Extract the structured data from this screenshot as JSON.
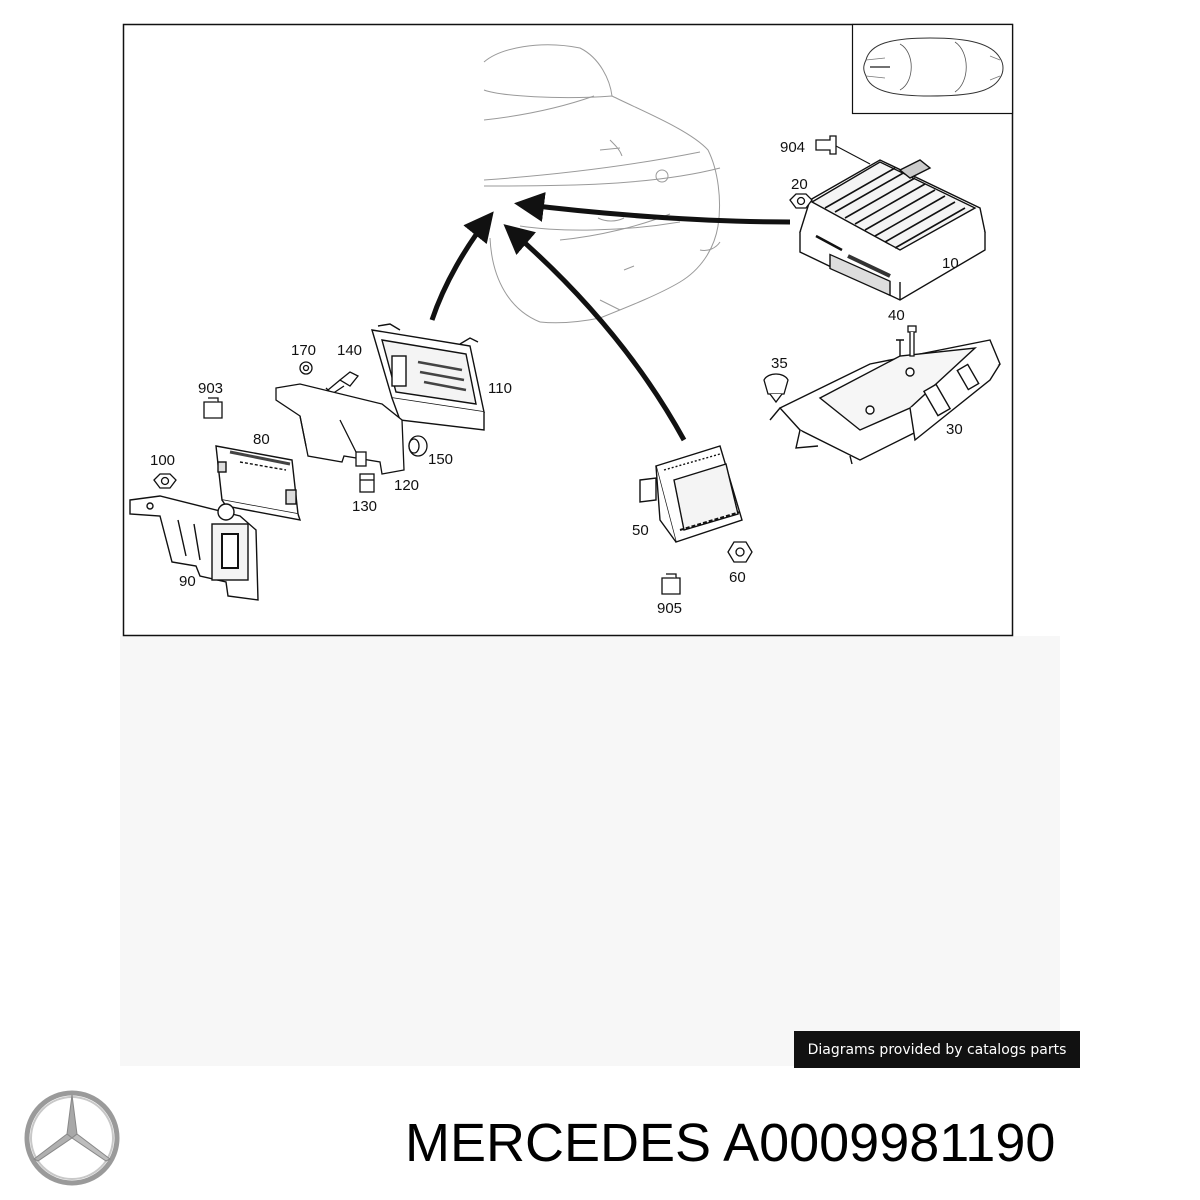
{
  "callouts": {
    "c10": "10",
    "c20": "20",
    "c30": "30",
    "c35": "35",
    "c40": "40",
    "c50": "50",
    "c60": "60",
    "c80": "80",
    "c90": "90",
    "c100": "100",
    "c110": "110",
    "c120": "120",
    "c130": "130",
    "c140": "140",
    "c150": "150",
    "c170": "170",
    "c903": "903",
    "c904": "904",
    "c905": "905"
  },
  "credit": "Diagrams provided by catalogs parts",
  "caption": "MERCEDES A0009981190",
  "logo_icon": "mercedes-star-icon",
  "colors": {
    "line": "#111111",
    "badge_bg": "#111111",
    "badge_text": "#ffffff"
  }
}
